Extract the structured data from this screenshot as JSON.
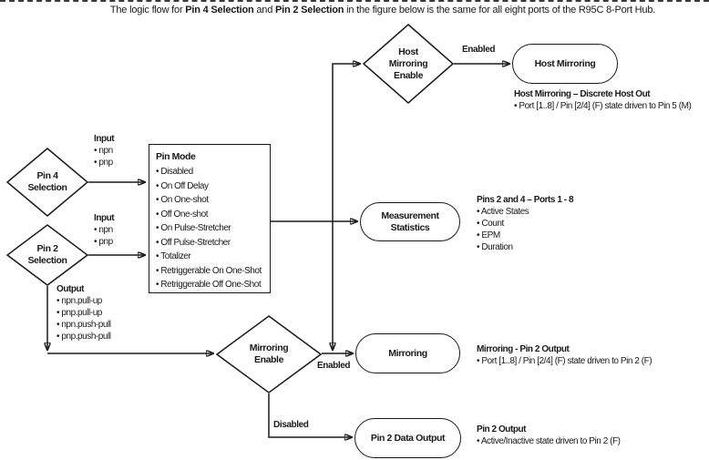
{
  "title": {
    "prefix": "The logic flow for ",
    "bold1": "Pin 4 Selection",
    "middle": " and ",
    "bold2": "Pin 2 Selection",
    "suffix": " in the figure below is the same for all eight ports of the R95C 8-Port Hub."
  },
  "nodes": {
    "pin4_selection": {
      "label": "Pin 4 Selection"
    },
    "pin2_selection": {
      "label": "Pin 2 Selection"
    },
    "host_mirroring_enable": {
      "label": "Host Mirroring Enable"
    },
    "mirroring_enable": {
      "label": "Mirroring Enable"
    },
    "host_mirroring": {
      "label": "Host Mirroring"
    },
    "measurement_statistics": {
      "label": "Measurement Statistics"
    },
    "mirroring": {
      "label": "Mirroring"
    },
    "pin2_data_output": {
      "label": "Pin 2 Data Output"
    },
    "pin_mode": {
      "title": "Pin Mode",
      "items": [
        "• Disabled",
        "• On Off Delay",
        "• On One-shot",
        "• Off One-shot",
        "• On Pulse-Stretcher",
        "• Off Pulse-Stretcher",
        "• Totalizer",
        "• Retriggerable On One-Shot",
        "• Retriggerable Off One-Shot"
      ]
    }
  },
  "edge_labels": {
    "enabled_top": "Enabled",
    "enabled_mid": "Enabled",
    "disabled": "Disabled"
  },
  "annotations": {
    "pin4_input": {
      "title": "Input",
      "items": [
        "• npn",
        "• pnp"
      ]
    },
    "pin2_input": {
      "title": "Input",
      "items": [
        "• npn",
        "• pnp"
      ]
    },
    "pin2_output_modes": {
      "title": "Output",
      "items": [
        "• npn.pull-up",
        "• pnp.pull-up",
        "• npn.push-pull",
        "• pnp.push-pull"
      ]
    },
    "host_mirroring_note": {
      "title": "Host Mirroring – Discrete Host Out",
      "items": [
        "• Port [1..8] / Pin [2/4] (F) state driven to Pin 5 (M)"
      ]
    },
    "pins_2_4_note": {
      "title": "Pins 2 and 4 – Ports 1 - 8",
      "items": [
        "• Active States",
        "• Count",
        "• EPM",
        "• Duration"
      ]
    },
    "mirroring_note": {
      "title": "Mirroring - Pin 2 Output",
      "items": [
        "• Port [1..8] / Pin [2/4] (F) state driven to Pin 2 (F)"
      ]
    },
    "pin2_output_note": {
      "title": "Pin 2 Output",
      "items": [
        "• Active/Inactive state driven to Pin 2 (F)"
      ]
    }
  },
  "colors": {
    "background": "#ffffff",
    "line": "#1a1a1a",
    "text": "#1a1a1a"
  }
}
